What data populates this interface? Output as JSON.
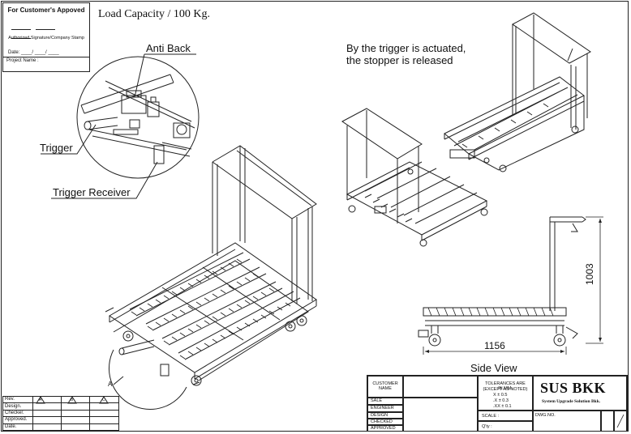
{
  "approval_box": {
    "title": "For Customer's  Appoved",
    "signature_label": "Authorized Signature/Company Stamp",
    "date_label": "Date: ____/ ____/ ____",
    "project_label": "Project Name :"
  },
  "header": {
    "load_capacity": "Load Capacity / 100 Kg."
  },
  "callouts": {
    "anti_back": "Anti Back",
    "trigger": "Trigger",
    "trigger_receiver": "Trigger Receiver",
    "detail_marker": "A"
  },
  "caption": {
    "line1": "By the trigger is actuated,",
    "line2": "the stopper is released"
  },
  "side_view": {
    "label": "Side View",
    "width_dim": "1156",
    "height_dim": "1003"
  },
  "revision_table": {
    "rows": [
      "Rev.",
      "Design.",
      "Checker.",
      "Approved.",
      "Date."
    ],
    "marks": [
      "A",
      "B",
      "C"
    ]
  },
  "title_block": {
    "customer_name": "CUSTOMER NAME",
    "roles": [
      "SALE",
      "ENGINEER",
      "DESIGN",
      "CHECKED",
      "APPROVED"
    ],
    "tolerances_title": "TOLERANCES ARE IN.MM.",
    "tolerances_note": "(EXCEPT AS NOTED)",
    "tolerances": [
      "X    ±  0.5",
      ".X    ±  0.3",
      ".XX  ±  0.1"
    ],
    "scale_label": "SCALE :",
    "qty_label": "Q'ty :",
    "company": "SUS BKK",
    "company_full": "System Upgrade Solution Bkk.",
    "dwg_no_label": "DWG.NO."
  },
  "colors": {
    "line": "#222222",
    "paper": "#ffffff"
  }
}
